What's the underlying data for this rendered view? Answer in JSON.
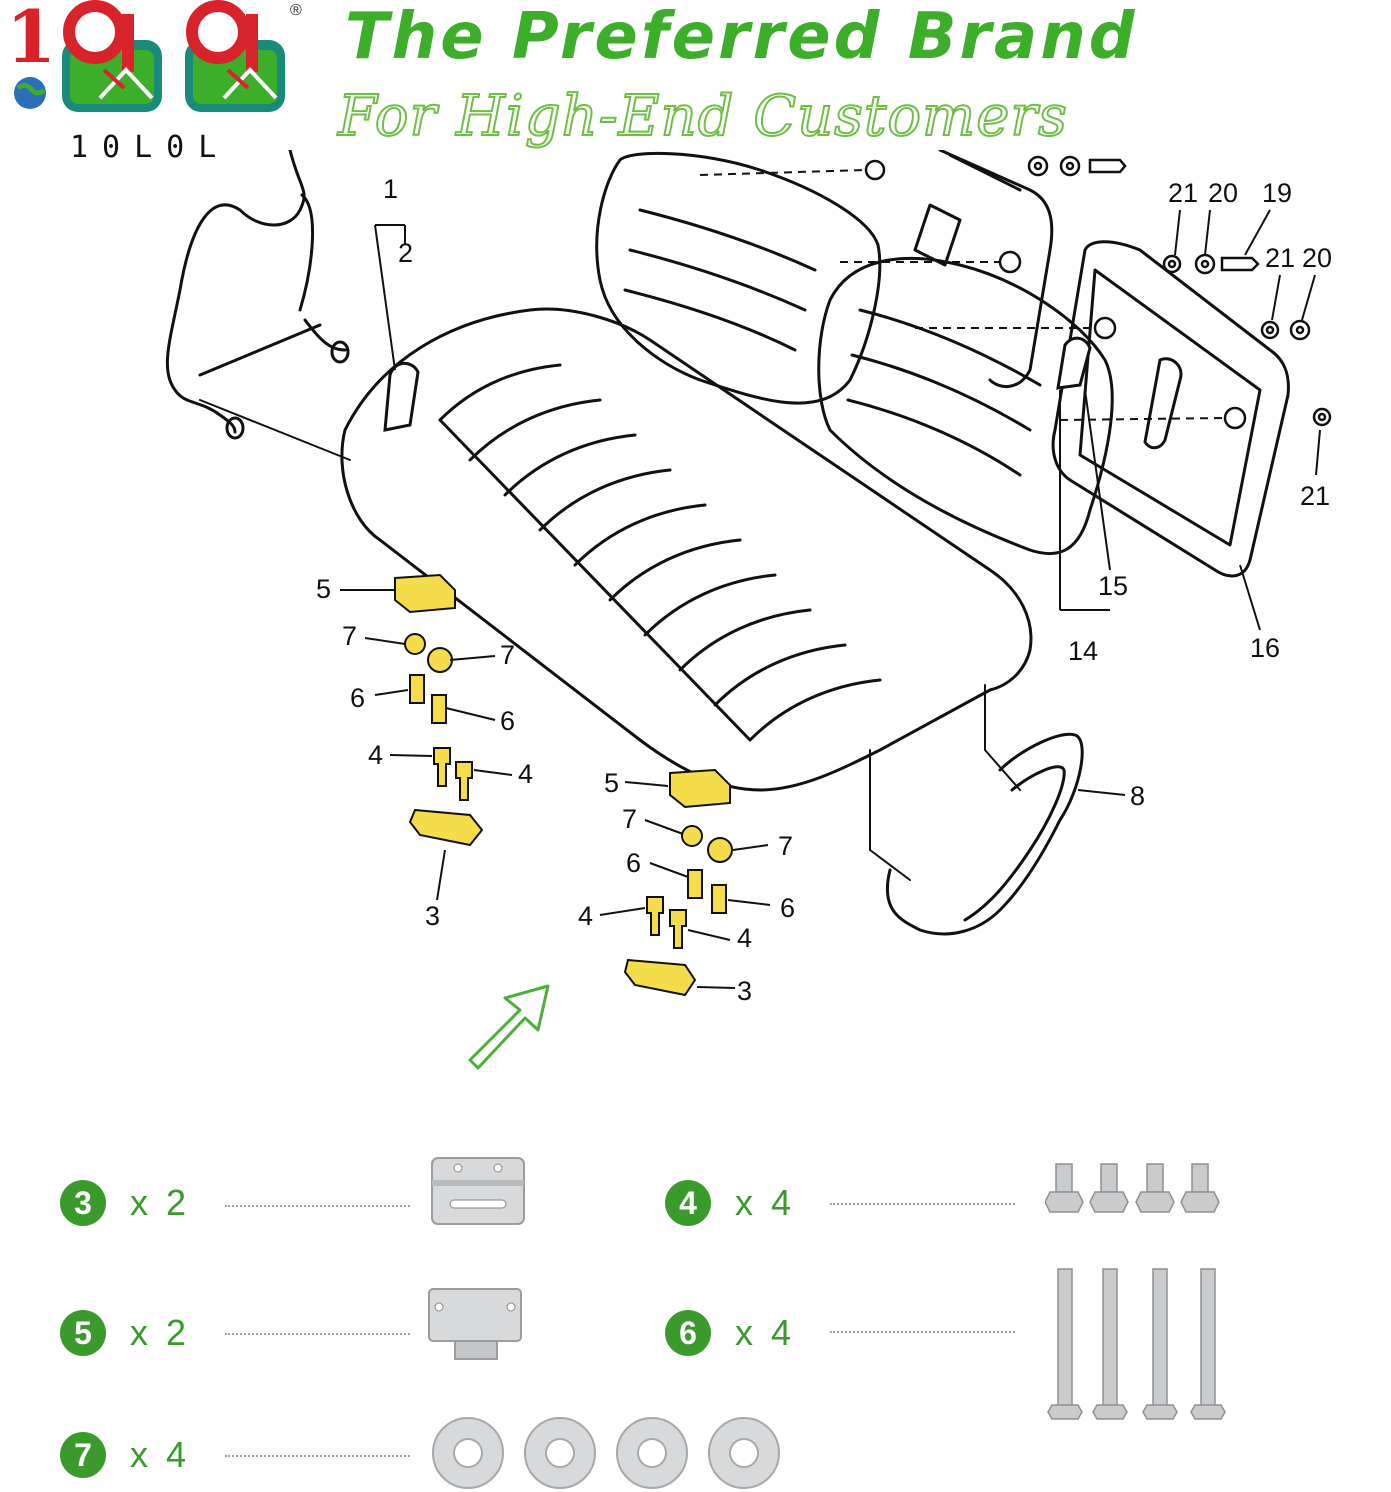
{
  "brand": {
    "caption": "10L0L",
    "registered": "®",
    "headline": "The Preferred Brand",
    "tagline": "For High-End Customers"
  },
  "diagram": {
    "callouts": [
      "1",
      "2",
      "3",
      "4",
      "5",
      "6",
      "7",
      "8",
      "14",
      "15",
      "16",
      "19",
      "20",
      "21"
    ]
  },
  "parts_list": [
    {
      "badge": "3",
      "qty": "x 2",
      "item": "bracket"
    },
    {
      "badge": "4",
      "qty": "x 4",
      "item": "short-bolt",
      "count": 4
    },
    {
      "badge": "5",
      "qty": "x 2",
      "item": "hinge-plate"
    },
    {
      "badge": "6",
      "qty": "x 4",
      "item": "long-bolt",
      "count": 4
    },
    {
      "badge": "7",
      "qty": "x 4",
      "item": "washer",
      "count": 4
    }
  ],
  "colors": {
    "brand_green": "#3cae2a",
    "badge_green": "#3a9a2c",
    "highlight_yellow": "#f5dc4a",
    "logo_red": "#d8232a",
    "logo_teal": "#1a8a7a"
  }
}
